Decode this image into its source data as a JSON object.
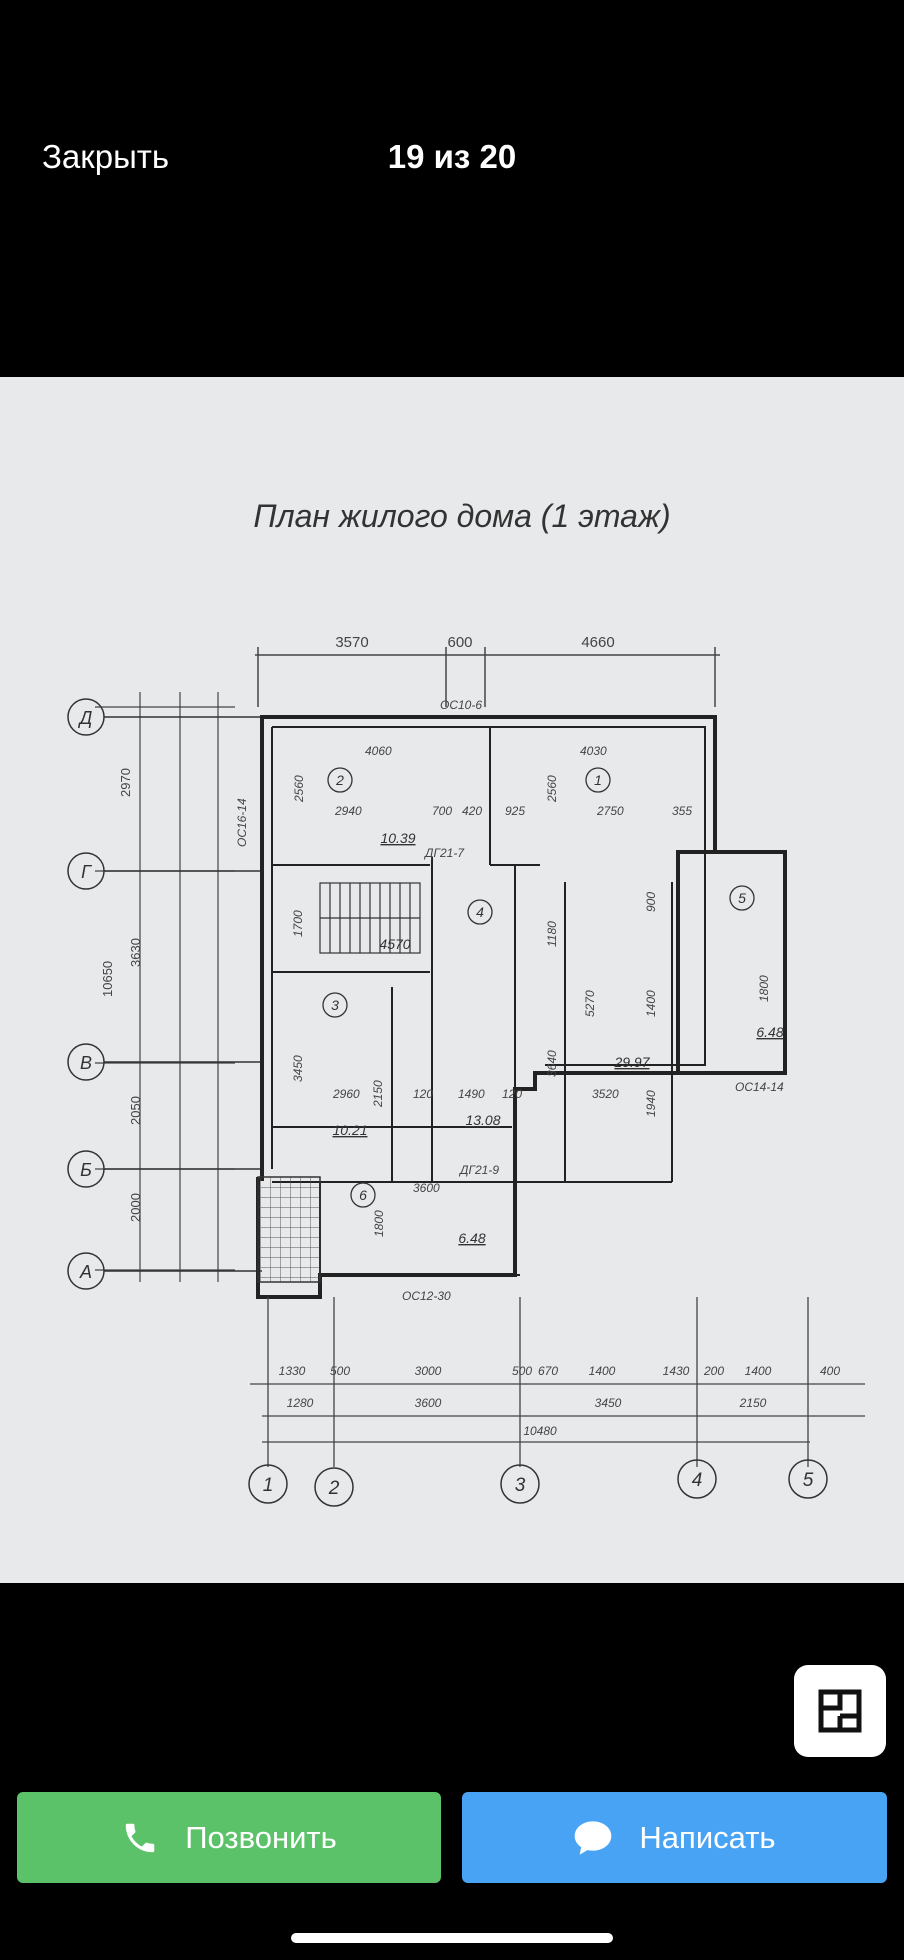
{
  "header": {
    "close_label": "Закрыть",
    "counter": "19 из 20"
  },
  "photo": {
    "title": "План жилого дома (1 этаж)",
    "top_dims": [
      "3570",
      "600",
      "4660"
    ],
    "axes_rows": [
      "Д",
      "Г",
      "В",
      "Б",
      "А"
    ],
    "axes_cols": [
      "1",
      "2",
      "3",
      "4",
      "5"
    ],
    "room_numbers": [
      "1",
      "2",
      "3",
      "4",
      "5",
      "6"
    ],
    "room_areas": [
      "10.39",
      "29.97",
      "10.21",
      "13.08",
      "6.48",
      "6.48"
    ],
    "room_area_labels": [
      "4570"
    ],
    "openings": [
      "ОС10-6",
      "ОС16-14",
      "ОС12-30",
      "ОС14-14",
      "ДГ21-7",
      "ДГ21-9"
    ],
    "left_dims": [
      "2970",
      "10650",
      "3630",
      "2050",
      "2000"
    ],
    "bottom_dims_1": [
      "1330",
      "500",
      "3000",
      "500",
      "670",
      "1400",
      "1430",
      "200",
      "1400",
      "400"
    ],
    "bottom_dims_2": [
      "1280",
      "3600",
      "3450",
      "2150"
    ],
    "total_dim": "10480",
    "inner_dims": [
      "4060",
      "4030",
      "2940",
      "700",
      "420",
      "925",
      "2750",
      "355",
      "2560",
      "2560",
      "3450",
      "2960",
      "2150",
      "120",
      "1490",
      "120",
      "3520",
      "3640",
      "5270",
      "1800",
      "1800",
      "3600",
      "900",
      "1400",
      "1940",
      "1700",
      "1180"
    ]
  },
  "actions": {
    "call_label": "Позвонить",
    "write_label": "Написать"
  },
  "colors": {
    "call": "#5cc26a",
    "write": "#49a3f4"
  }
}
